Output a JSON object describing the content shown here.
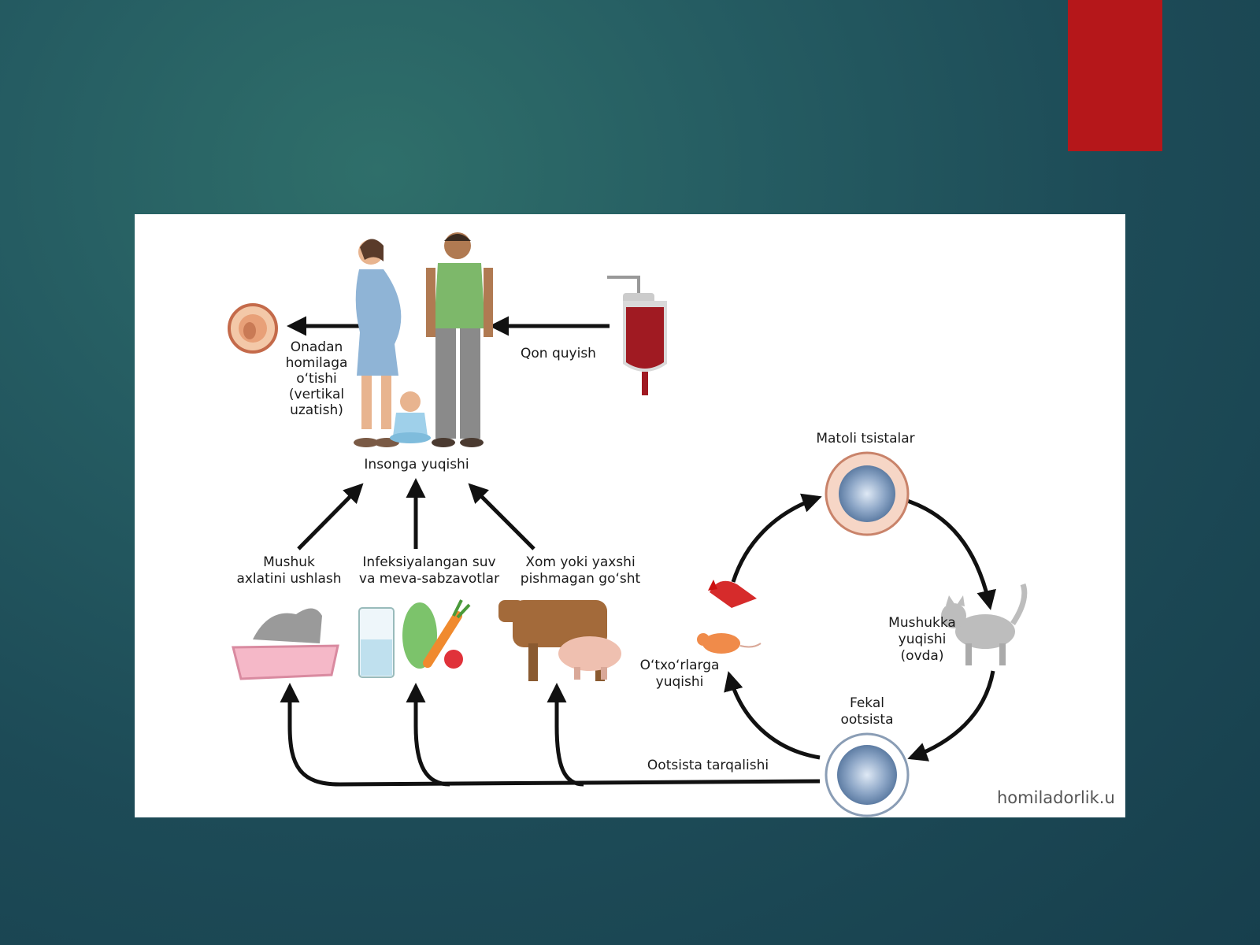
{
  "colors": {
    "accent": "#b5171a",
    "panel": "#ffffff",
    "arrow": "#111111"
  },
  "labels": {
    "vertical_1": "Onadan",
    "vertical_2": "homilaga",
    "vertical_3": "o‘tishi",
    "vertical_4": "(vertikal",
    "vertical_5": "uzatish)",
    "transfusion": "Qon quyish",
    "human_infection": "Insonga yuqishi",
    "cat_litter_1": "Mushuk",
    "cat_litter_2": "axlatini ushlash",
    "water_1": "Infeksiyalangan suv",
    "water_2": "va meva-sabzavotlar",
    "meat_1": "Xom yoki yaxshi",
    "meat_2": "pishmagan go‘sht",
    "tissue_cysts": "Matoli tsistalar",
    "cat_infection_1": "Mushukka",
    "cat_infection_2": "yuqishi",
    "cat_infection_3": "(ovda)",
    "herbivore_1": "O‘txo‘rlarga",
    "herbivore_2": "yuqishi",
    "fecal_1": "Fekal",
    "fecal_2": "ootsista",
    "oocyst_spread": "Ootsista tarqalishi",
    "watermark": "homiladorlik.u"
  }
}
